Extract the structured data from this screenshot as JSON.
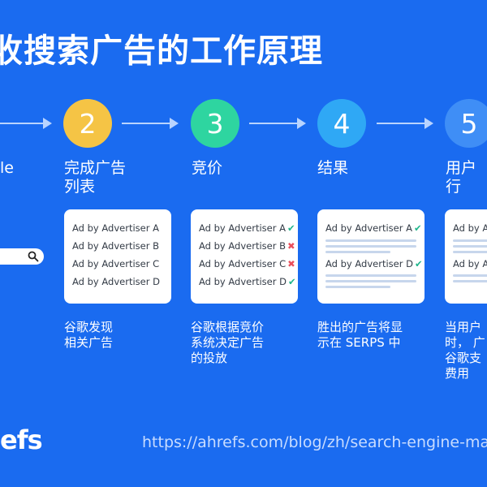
{
  "title": "收搜索广告的工作原理",
  "partial_label": "le",
  "steps": [
    {
      "number": "2",
      "color": "#f5c445",
      "label": "完成广告\n列表",
      "desc": "谷歌发现\n相关广告"
    },
    {
      "number": "3",
      "color": "#2ed5a0",
      "label": "竞价",
      "desc": "谷歌根据竞价\n系统决定广告\n的投放"
    },
    {
      "number": "4",
      "color": "#2fa8f5",
      "label": "结果",
      "desc": "胜出的广告将显\n示在 SERPS 中"
    },
    {
      "number": "5",
      "color": "#3f8ef6",
      "label": "用户行",
      "desc": "当用户\n时， 广\n谷歌支\n费用"
    }
  ],
  "cards": {
    "card1": {
      "rows": [
        "Ad by Advertiser A",
        "Ad by Advertiser B",
        "Ad by Advertiser C",
        "Ad by Advertiser D"
      ]
    },
    "card2": {
      "rows": [
        {
          "text": "Ad by Advertiser A",
          "mark": "✔"
        },
        {
          "text": "Ad by Advertiser B",
          "mark": "✖"
        },
        {
          "text": "Ad by Advertiser C",
          "mark": "✖"
        },
        {
          "text": "Ad by Advertiser D",
          "mark": "✔"
        }
      ]
    },
    "card3": {
      "rows": [
        {
          "text": "Ad by Advertiser A",
          "mark": "✔"
        },
        {
          "text": "Ad by Advertiser D",
          "mark": "✔"
        }
      ]
    },
    "card4": {
      "rows": [
        "Ad by Ac",
        "Ad by Ac"
      ]
    }
  },
  "logo": "efs",
  "url": "https://ahrefs.com/blog/zh/search-engine-ma"
}
